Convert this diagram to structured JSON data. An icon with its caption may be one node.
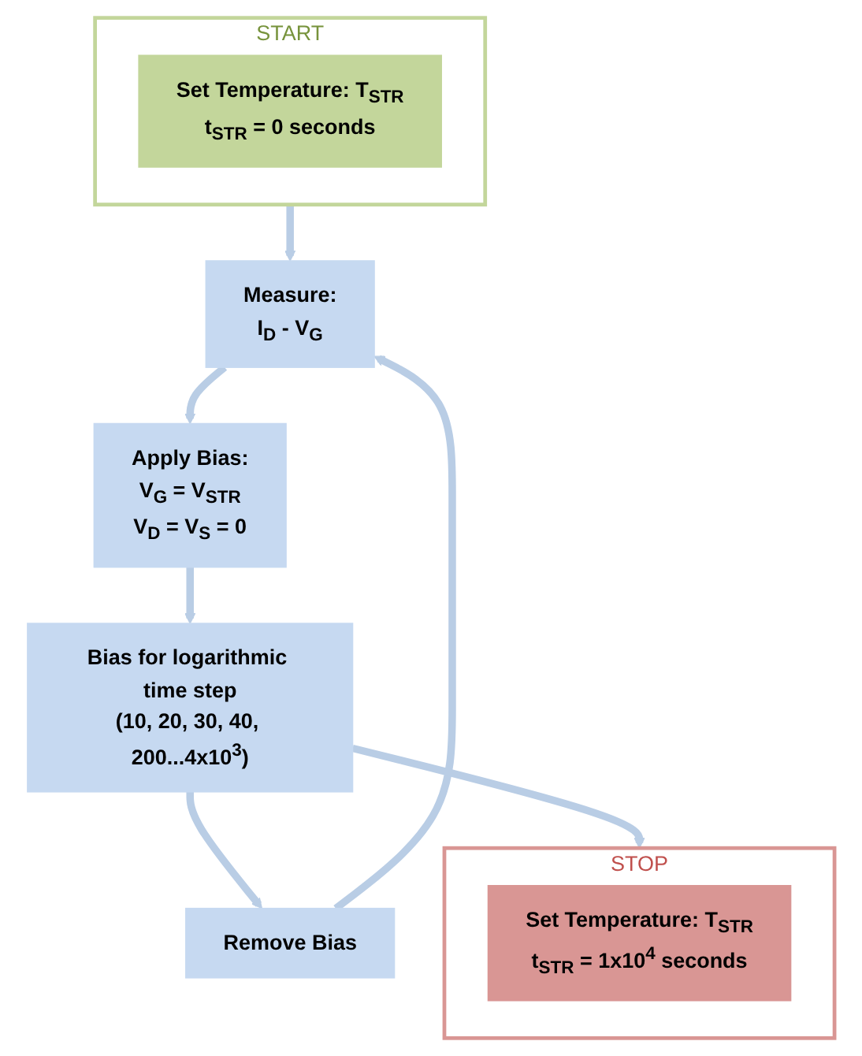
{
  "diagram": {
    "nodes": [
      {
        "text": [
          "START"
        ]
      },
      {
        "text": [
          "Set Temperature: T$_{STR}$",
          "t$_{STR}$ = 0 seconds"
        ],
        "in": 0
      },
      {
        "text": [
          "Measure:",
          "I$_{D}$ - V$_{G}$"
        ]
      },
      {
        "text": [
          "Apply Bias:",
          "V$_{G}$ = V$_{STR}$",
          "V$_{D}$ = V$_{S}$ = 0"
        ]
      },
      {
        "text": [
          "Bias for logarithmic time step",
          "(10, 20, 30, 40, 200...4x10$^{3}$)"
        ]
      },
      {
        "text": [
          "Remove Bias"
        ]
      },
      {
        "text": [
          "STOP"
        ]
      },
      {
        "text": [
          "Set Temperature: T$_{STR}$",
          "t$_{STR}$ = 1x10$^{4}$ seconds"
        ],
        "in": 6
      }
    ],
    "edges": [
      {
        "from": 0,
        "to": 2,
        "arrow": "to"
      },
      {
        "from": 2,
        "to": 3,
        "arrow": "to"
      },
      {
        "from": 3,
        "to": 4,
        "arrow": "to"
      },
      {
        "from": 4,
        "to": 5,
        "arrow": "to"
      },
      {
        "from": 5,
        "to": 2,
        "arrow": "to"
      },
      {
        "from": 4,
        "to": 6,
        "arrow": "to"
      }
    ]
  }
}
